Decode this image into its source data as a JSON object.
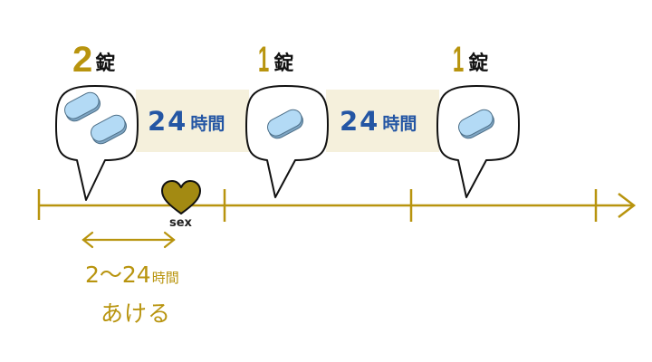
{
  "colors": {
    "accent_gold": "#B8940E",
    "heart_fill": "#A38A12",
    "interval_blue": "#2456A4",
    "band_beige": "#F5F0DC",
    "pill_fill": "#B3DAF5",
    "pill_edge": "#7FA6C4"
  },
  "doses": [
    {
      "count": "2",
      "unit": "錠",
      "pills": 2
    },
    {
      "count": "1",
      "unit": "錠",
      "pills": 1
    },
    {
      "count": "1",
      "unit": "錠",
      "pills": 1
    }
  ],
  "intervals": [
    {
      "value": "24",
      "unit": "時間"
    },
    {
      "value": "24",
      "unit": "時間"
    }
  ],
  "event": {
    "icon": "heart-icon",
    "label": "sex"
  },
  "gap": {
    "value": "2〜24",
    "unit": "時間",
    "note": "あける"
  },
  "timeline": {
    "ticks": 4,
    "arrow": "right"
  }
}
